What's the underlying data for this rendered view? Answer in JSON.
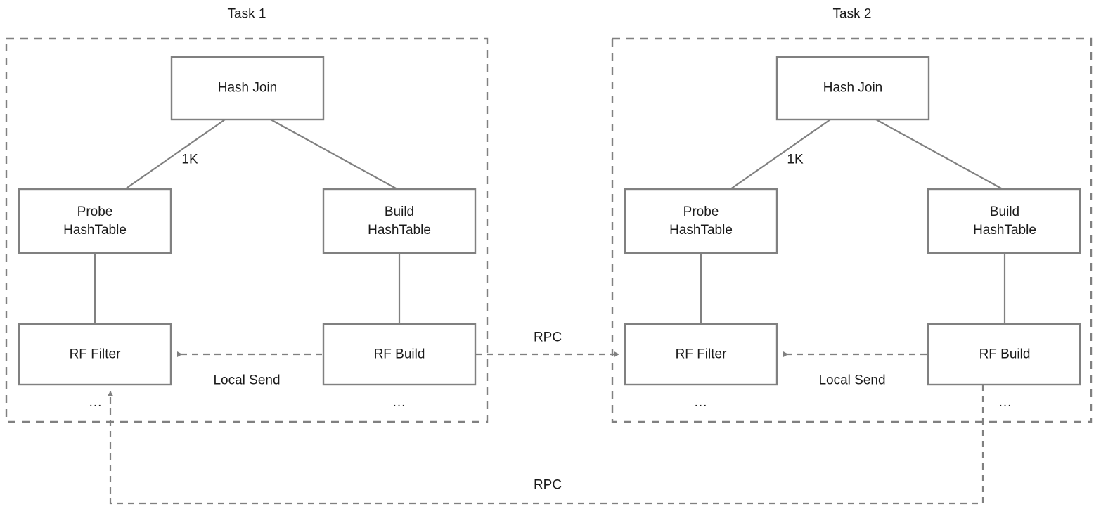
{
  "diagram": {
    "title_hidden": "",
    "colors": {
      "box_stroke": "#808080",
      "dashed_stroke": "#808080",
      "text": "#1a1a1a",
      "background": "#ffffff"
    },
    "tasks": [
      {
        "id": "task-1",
        "label": "Task 1",
        "nodes": {
          "hash_join": "Hash Join",
          "probe_hashtable_line1": "Probe",
          "probe_hashtable_line2": "HashTable",
          "build_hashtable_line1": "Build",
          "build_hashtable_line2": "HashTable",
          "rf_filter": "RF Filter",
          "rf_build": "RF Build"
        },
        "edge_labels": {
          "probe_edge": "1K",
          "local_send": "Local Send"
        },
        "ellipsis_left": "...",
        "ellipsis_right": "..."
      },
      {
        "id": "task-2",
        "label": "Task 2",
        "nodes": {
          "hash_join": "Hash Join",
          "probe_hashtable_line1": "Probe",
          "probe_hashtable_line2": "HashTable",
          "build_hashtable_line1": "Build",
          "build_hashtable_line2": "HashTable",
          "rf_filter": "RF Filter",
          "rf_build": "RF Build"
        },
        "edge_labels": {
          "probe_edge": "1K",
          "local_send": "Local Send"
        },
        "ellipsis_left": "...",
        "ellipsis_right": "..."
      }
    ],
    "cross_task_edges": {
      "rpc_top": "RPC",
      "rpc_bottom": "RPC"
    }
  }
}
